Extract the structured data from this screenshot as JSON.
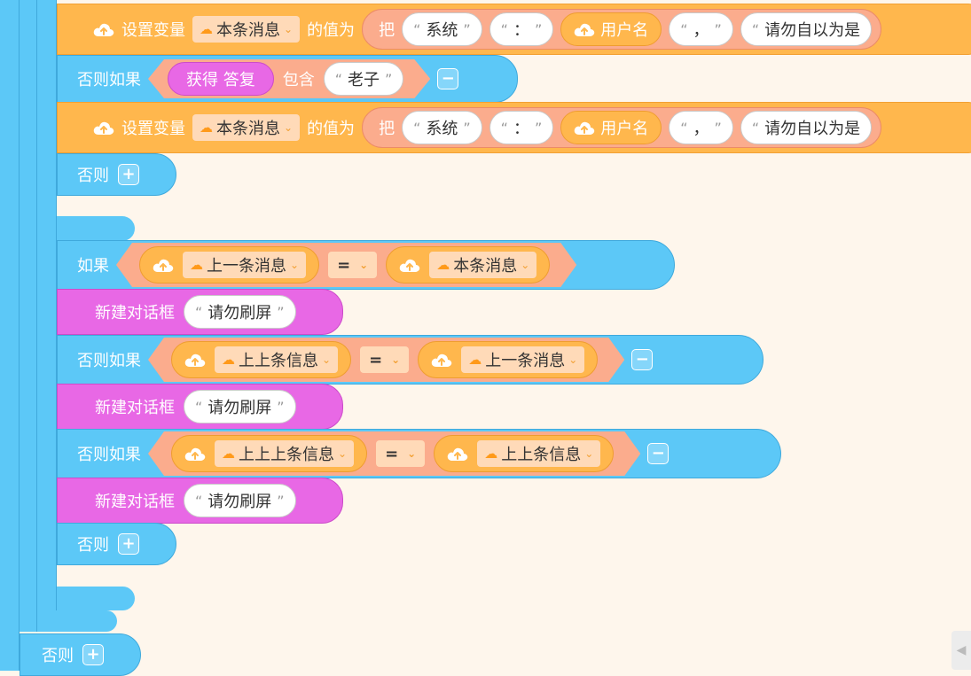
{
  "set1": {
    "action": "设置变量",
    "var": "本条消息",
    "value_label": "的值为",
    "join": "把",
    "parts": [
      "系统",
      "：",
      "用户名",
      "，",
      "请勿自以为是"
    ]
  },
  "elseif1": {
    "label": "否则如果",
    "verb": "获得 答复",
    "contains": "包含",
    "text": "老子",
    "minus": "−"
  },
  "set2": {
    "action": "设置变量",
    "var": "本条消息",
    "value_label": "的值为",
    "join": "把",
    "parts": [
      "系统",
      "：",
      "用户名",
      "，",
      "请勿自以为是"
    ]
  },
  "else1": {
    "label": "否则",
    "plus": "+"
  },
  "if2": {
    "label": "如果",
    "left": "上一条消息",
    "op": "=",
    "right": "本条消息"
  },
  "dialog1": {
    "label": "新建对话框",
    "text": "请勿刷屏"
  },
  "elseif2": {
    "label": "否则如果",
    "left": "上上条信息",
    "op": "=",
    "right": "上一条消息",
    "minus": "−"
  },
  "dialog2": {
    "label": "新建对话框",
    "text": "请勿刷屏"
  },
  "elseif3": {
    "label": "否则如果",
    "left": "上上上条信息",
    "op": "=",
    "right": "上上条信息",
    "minus": "−"
  },
  "dialog3": {
    "label": "新建对话框",
    "text": "请勿刷屏"
  },
  "else2": {
    "label": "否则",
    "plus": "+"
  },
  "else3": {
    "label": "否则",
    "plus": "+"
  },
  "colors": {
    "blue": "#5cc8f7",
    "orange": "#ffb74d",
    "salmon": "#fbac8d",
    "pink": "#e868e5",
    "bg": "#fef6ec"
  }
}
